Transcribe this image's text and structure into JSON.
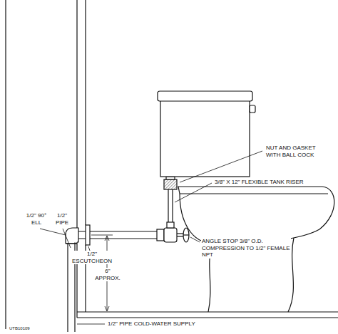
{
  "diagram": {
    "labels": [
      "NUT AND GASKET WITH BALL COCK",
      "3/8\" X 12\" FLEXIBLE TANK RISER",
      "1/2\" 90° ELL",
      "1/2\" PIPE",
      "ANGLE STOP 3/8\" O.D. COMPRESSION TO 1/2\" FEMALE NPT",
      "1/2\" ESCUTCHEON",
      "6\" APPROX.",
      "1/2\" PIPE COLD-WATER SUPPLY",
      "UTB10109"
    ]
  }
}
